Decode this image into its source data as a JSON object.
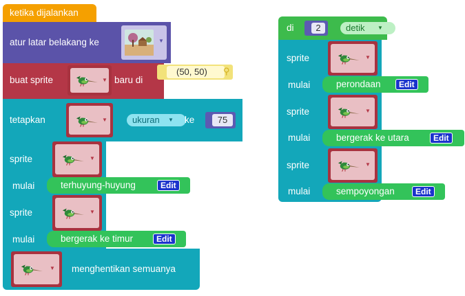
{
  "left_script": {
    "hat": "ketika dijalankan",
    "set_background": "atur latar belakang ke",
    "make_sprite": "buat sprite",
    "make_sprite_suffix": "baru di",
    "position": "(50, 50)",
    "set_label": "tetapkan",
    "property": "ukuran",
    "to_label": "ke",
    "size_value": "75",
    "behaviors": [
      {
        "sprite": "sprite",
        "start": "mulai",
        "behavior": "terhuyung-huyung",
        "edit": "Edit"
      },
      {
        "sprite": "sprite",
        "start": "mulai",
        "behavior": "bergerak ke timur",
        "edit": "Edit"
      }
    ],
    "stop_all": "menghentikan semuanya"
  },
  "right_script": {
    "at_label": "di",
    "seconds_value": "2",
    "unit": "detik",
    "behaviors": [
      {
        "sprite": "sprite",
        "start": "mulai",
        "behavior": "perondaan",
        "edit": "Edit"
      },
      {
        "sprite": "sprite",
        "start": "mulai",
        "behavior": "bergerak ke utara",
        "edit": "Edit"
      },
      {
        "sprite": "sprite",
        "start": "mulai",
        "behavior": "sempoyongan",
        "edit": "Edit"
      }
    ]
  },
  "colors": {
    "event": "#f5a000",
    "looks": "#5b53a9",
    "sprites": "#b43747",
    "control": "#13a7ba",
    "behavior": "#3dbb4c",
    "edit": "#1a33cc"
  }
}
